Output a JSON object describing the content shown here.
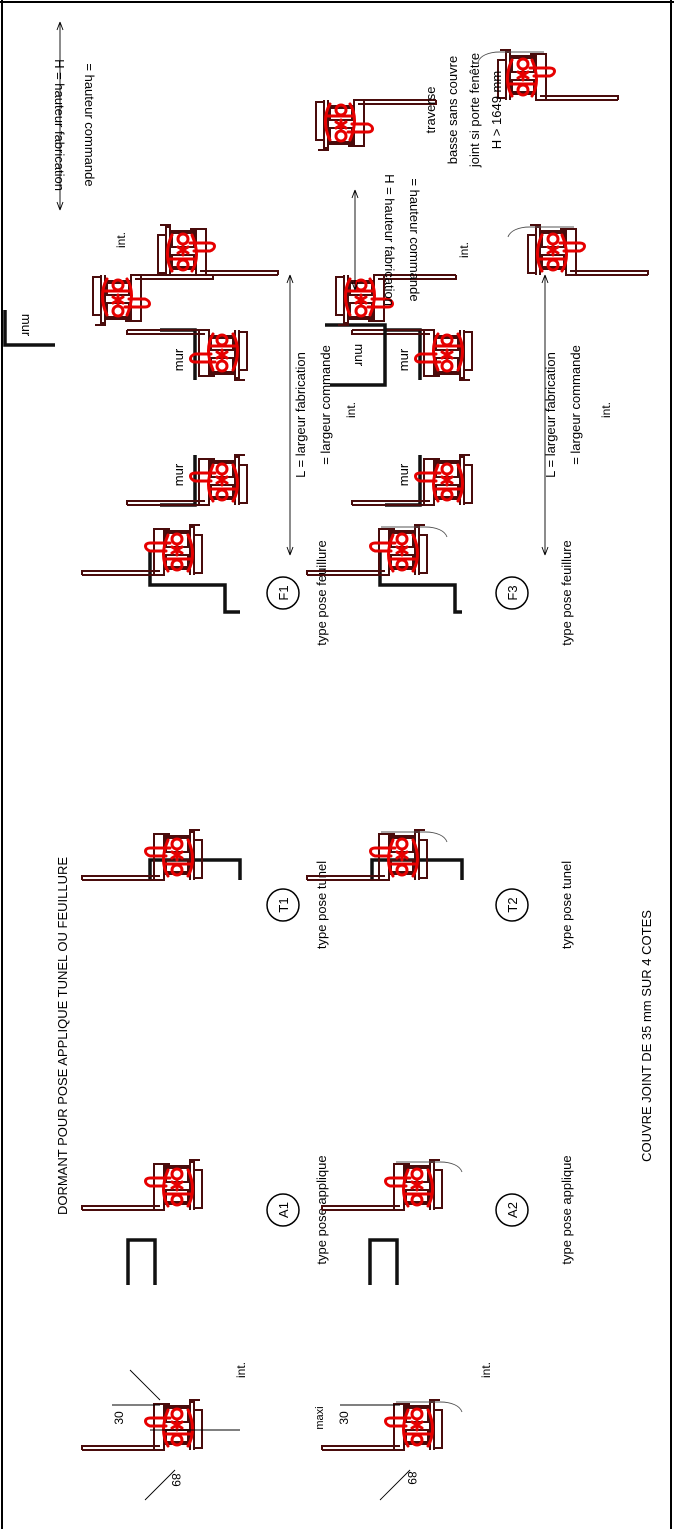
{
  "texts": {
    "title": "DORMANT POUR POSE APPLIQUE TUNEL OU FEUILLURE",
    "subtitle": "COUVRE JOINT DE 35 mm SUR 4 COTES",
    "int": "int.",
    "dim_89": "89",
    "dim_30": "30",
    "maxi": "maxi",
    "mur": "mur",
    "a1": "A1",
    "t1": "T1",
    "f1": "F1",
    "a2": "A2",
    "t2": "T2",
    "f3": "F3",
    "type_applique": "type pose applique",
    "type_tunel": "type pose tunel",
    "type_feuillure": "type pose feuillure",
    "l_fabrication": "L = largeur fabrication",
    "l_commande": "= largeur commande",
    "h_fabrication": "H = hauteur fabrication",
    "h_commande": "= hauteur commande",
    "traverse_1": "traverse",
    "traverse_2": "basse sans couvre",
    "traverse_3": "joint si porte fenêtre",
    "traverse_4": "H > 1649 mm"
  }
}
